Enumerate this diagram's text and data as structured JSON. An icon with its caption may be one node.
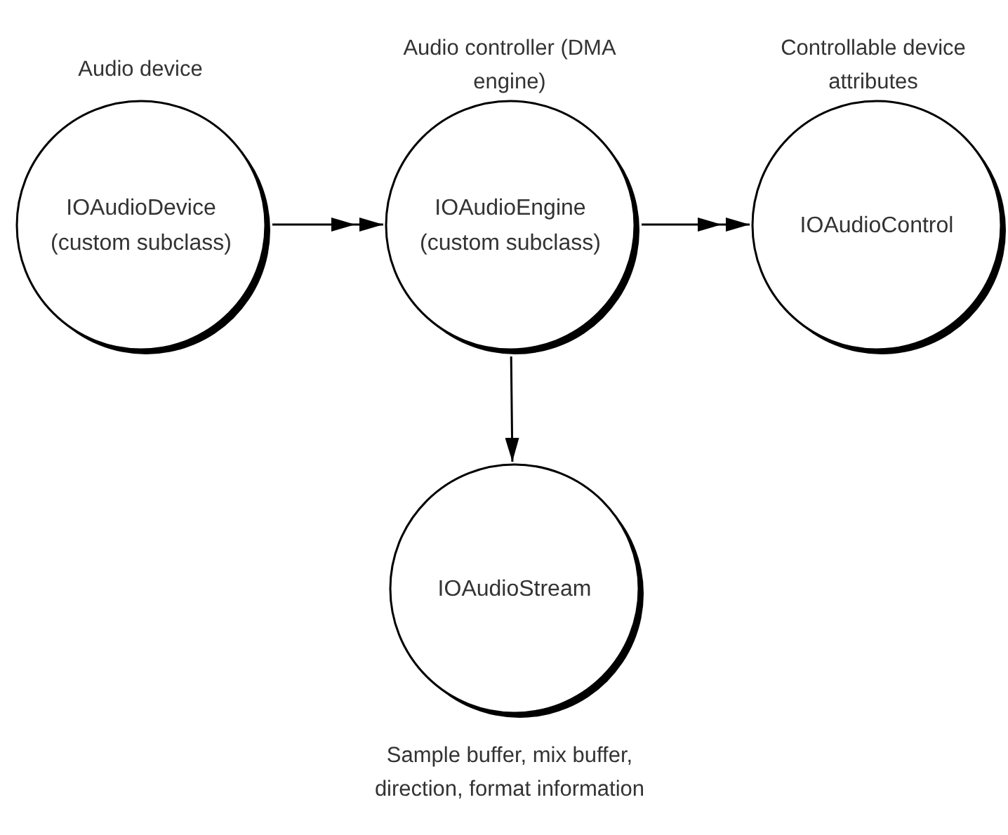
{
  "diagram": {
    "nodes": [
      {
        "text": [
          "IOAudioDevice (custom subclass)"
        ],
        "beside": [
          "Audio device"
        ]
      },
      {
        "text": [
          "IOAudioEngine (custom subclass)"
        ],
        "beside": [
          "Audio controller (DMA engine)"
        ]
      },
      {
        "text": [
          "IOAudioControl"
        ],
        "beside": [
          "Controllable device attributes"
        ]
      },
      {
        "text": [
          "IOAudioStream"
        ],
        "beside": [
          "Sample buffer, mix buffer, direction, format information"
        ]
      }
    ],
    "edges": [
      {
        "from": 0,
        "to": 1,
        "arrow": "to"
      },
      {
        "from": 1,
        "to": 2,
        "arrow": "to"
      },
      {
        "from": 1,
        "to": 3,
        "arrow": "to"
      }
    ]
  }
}
